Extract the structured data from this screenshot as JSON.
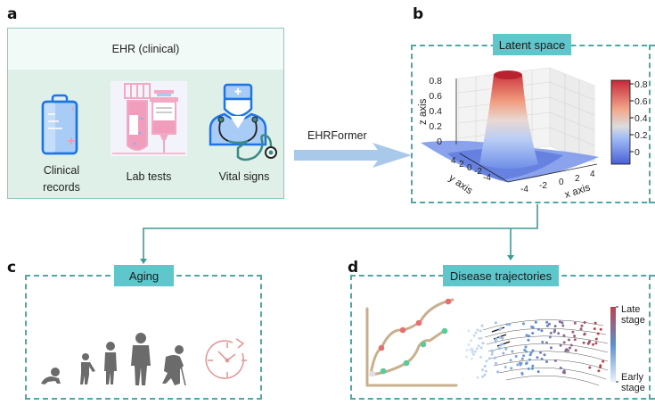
{
  "panels": {
    "a": {
      "letter": "a",
      "header": "EHR (clinical)",
      "items": [
        {
          "icon": "clipboard-icon",
          "label_line1": "Clinical",
          "label_line2": "records"
        },
        {
          "icon": "lab-tube-syringe-icon",
          "label_line1": "Lab tests",
          "label_line2": ""
        },
        {
          "icon": "doctor-stethoscope-icon",
          "label_line1": "Vital signs",
          "label_line2": ""
        }
      ]
    },
    "arrow": {
      "label": "EHRFormer"
    },
    "b": {
      "letter": "b",
      "tag": "Latent space",
      "z_axis_label": "z axis",
      "y_axis_label": "y axis",
      "x_axis_label": "x axis",
      "z_ticks": [
        "0.8",
        "0.6",
        "0.4",
        "0.2",
        "0"
      ],
      "x_ticks": [
        "-4",
        "-2",
        "0",
        "2",
        "4"
      ],
      "y_ticks": [
        "4",
        "2",
        "0",
        "-2",
        "-4"
      ],
      "colorbar_ticks": [
        "0.8",
        "0.6",
        "0.4",
        "0.2",
        "0"
      ]
    },
    "c": {
      "letter": "c",
      "tag": "Aging",
      "icons": [
        "crawling-baby-icon",
        "child-icon",
        "teen-icon",
        "adult-icon",
        "elderly-with-cane-icon",
        "clock-icon"
      ]
    },
    "d": {
      "letter": "d",
      "tag": "Disease trajectories",
      "colorbar_top": "Late",
      "colorbar_top2": "stage",
      "colorbar_bottom": "Early",
      "colorbar_bottom2": "stage"
    }
  },
  "colors": {
    "teal_dash": "#4fa8a3",
    "tag_bg": "#5fc6cc",
    "arrow_blue": "#a9c9ea",
    "connector": "#3f9a96",
    "trajectory_line": "#c8b08f",
    "late_red": "#e76f6f",
    "early_green": "#5bc99a",
    "silhouette": "#6b6b6b",
    "clock": "#e09a9a"
  }
}
